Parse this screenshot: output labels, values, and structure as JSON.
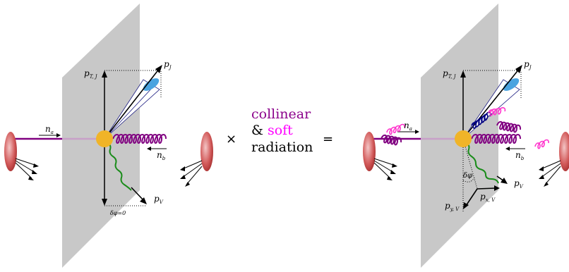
{
  "left_panel": {
    "labels": {
      "pTJ_main": "p",
      "pTJ_sub": "T, J",
      "pJ_main": "p",
      "pJ_sub": "J",
      "na_main": "n",
      "na_sub": "a",
      "nb_main": "n",
      "nb_sub": "b",
      "pV_main": "p",
      "pV_sub": "V",
      "dphi": "δφ=0"
    }
  },
  "middle": {
    "times": "×",
    "word1": "collinear",
    "word2_prefix": "& ",
    "word2_soft": "soft",
    "word3": "radiation",
    "equals": "=",
    "colors": {
      "collinear": "#8b008b",
      "soft": "#ff00ff",
      "black": "#000000"
    }
  },
  "right_panel": {
    "labels": {
      "pTJ_main": "p",
      "pTJ_sub": "T, J",
      "pJ_main": "p",
      "pJ_sub": "J",
      "na_main": "n",
      "na_sub": "a",
      "nb_main": "n",
      "nb_sub": "b",
      "pV_main": "p",
      "pV_sub": "V",
      "dphi": "δφ",
      "pxV_main": "p",
      "pxV_sub": "x, V",
      "pyV_main": "p",
      "pyV_sub": "y, V"
    }
  },
  "colors": {
    "plane": "#c8c8c8",
    "beam": "#800080",
    "beam_light": "#c8a0c8",
    "vertex": "#f0b428",
    "jet_cone": "#4aa3e0",
    "jet_lines": "#1a1a80",
    "gluon": "#800080",
    "soft_gluon": "#ff33cc",
    "collinear_gluon": "#000080",
    "boson": "#1a8c1a",
    "proton": "#cc4444"
  }
}
